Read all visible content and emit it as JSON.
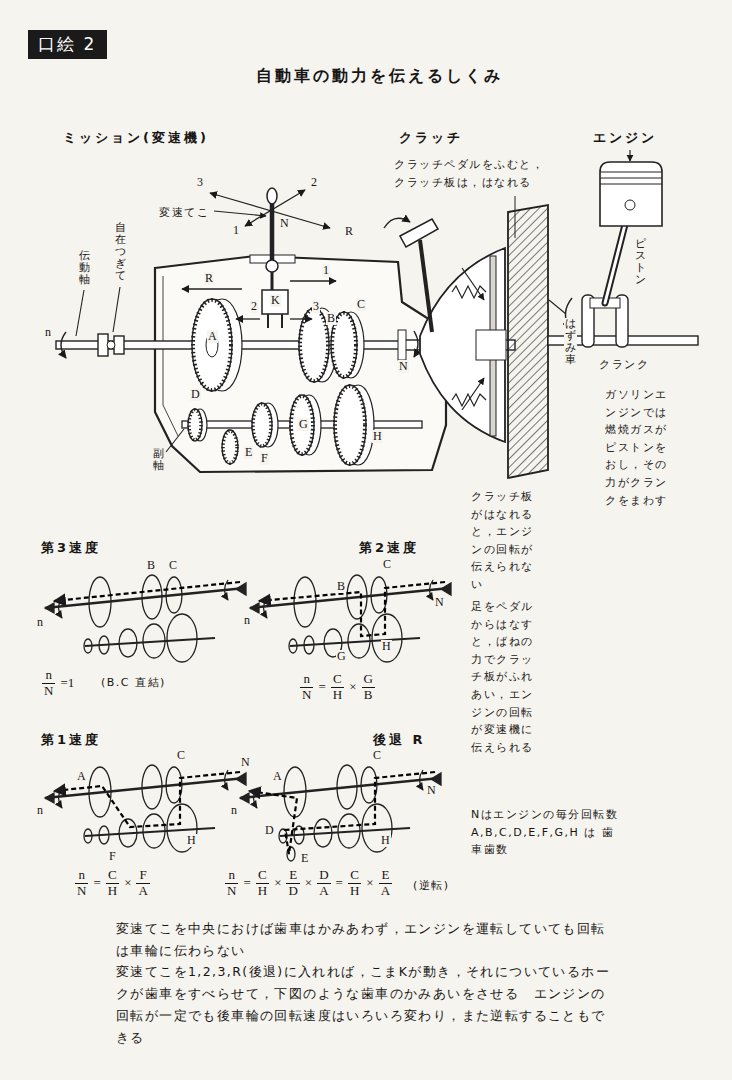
{
  "diagram": {
    "title": "自動車の動力を伝えるしくみ",
    "nodes": [
      {
        "text": [
          "口絵 2"
        ]
      }
    ],
    "labels": [
      "ミッション(変速機)",
      "クラッチ",
      "エンジン",
      "クラッチペダルをふむと， クラッチ板は，はなれる",
      "変速てこ",
      "3",
      "2",
      "N",
      "1",
      "R",
      "自在つぎて",
      "伝動軸",
      "R",
      "1",
      "2",
      "K",
      "3",
      "A",
      "B",
      "C",
      "n",
      "N",
      "D",
      "E",
      "F",
      "G",
      "H",
      "副軸",
      "ピストン",
      "はずみ車",
      "クランク",
      "ガソリンエ ンジンでは 燃焼ガスが ピストンを おし，その 力がクラン クをまわす",
      "クラッチ板 がはなれる と，エンジ ンの回転が 伝えられな い",
      "足をペダル からはなす と，ばねの 力でクラッ チ板がふれ あい，エン ジンの回転 が変速機に 伝えられる",
      "第3速度",
      "B",
      "C",
      "n",
      "第2速度",
      "C",
      "N",
      "B",
      "G",
      "H",
      "n",
      "第1速度",
      "A",
      "C",
      "H",
      "F",
      "n",
      "後退 R",
      "N",
      "C",
      "N",
      "A",
      "n",
      "D",
      "H",
      "E",
      "Nはエンジンの毎分回転数 A,B,C,D,E,F,G,H は 歯車歯数",
      "n",
      "N",
      "=1",
      "(B.C 直結)",
      "n",
      "N",
      "=",
      "C",
      "H",
      "×",
      "G",
      "B",
      "n",
      "N",
      "=",
      "C",
      "H",
      "×",
      "F",
      "A",
      "n",
      "N",
      "=",
      "C",
      "H",
      "×",
      "E",
      "D",
      "×",
      "D",
      "A",
      "=",
      "C",
      "H",
      "×",
      "E",
      "A",
      "(逆転)",
      "変速てこを中央におけば歯車はかみあわず，エンジンを運転していても回転 は車輪に伝わらない",
      "変速てこを1,2,3,R(後退)に入れれば，こまKが動き，それについているホー クが歯車をすべらせて，下図のような歯車のかみあいをさせる　エンジンの 回転が一定でも後車輪の回転速度はいろいろ変わり，また逆転することもで きる"
    ]
  }
}
